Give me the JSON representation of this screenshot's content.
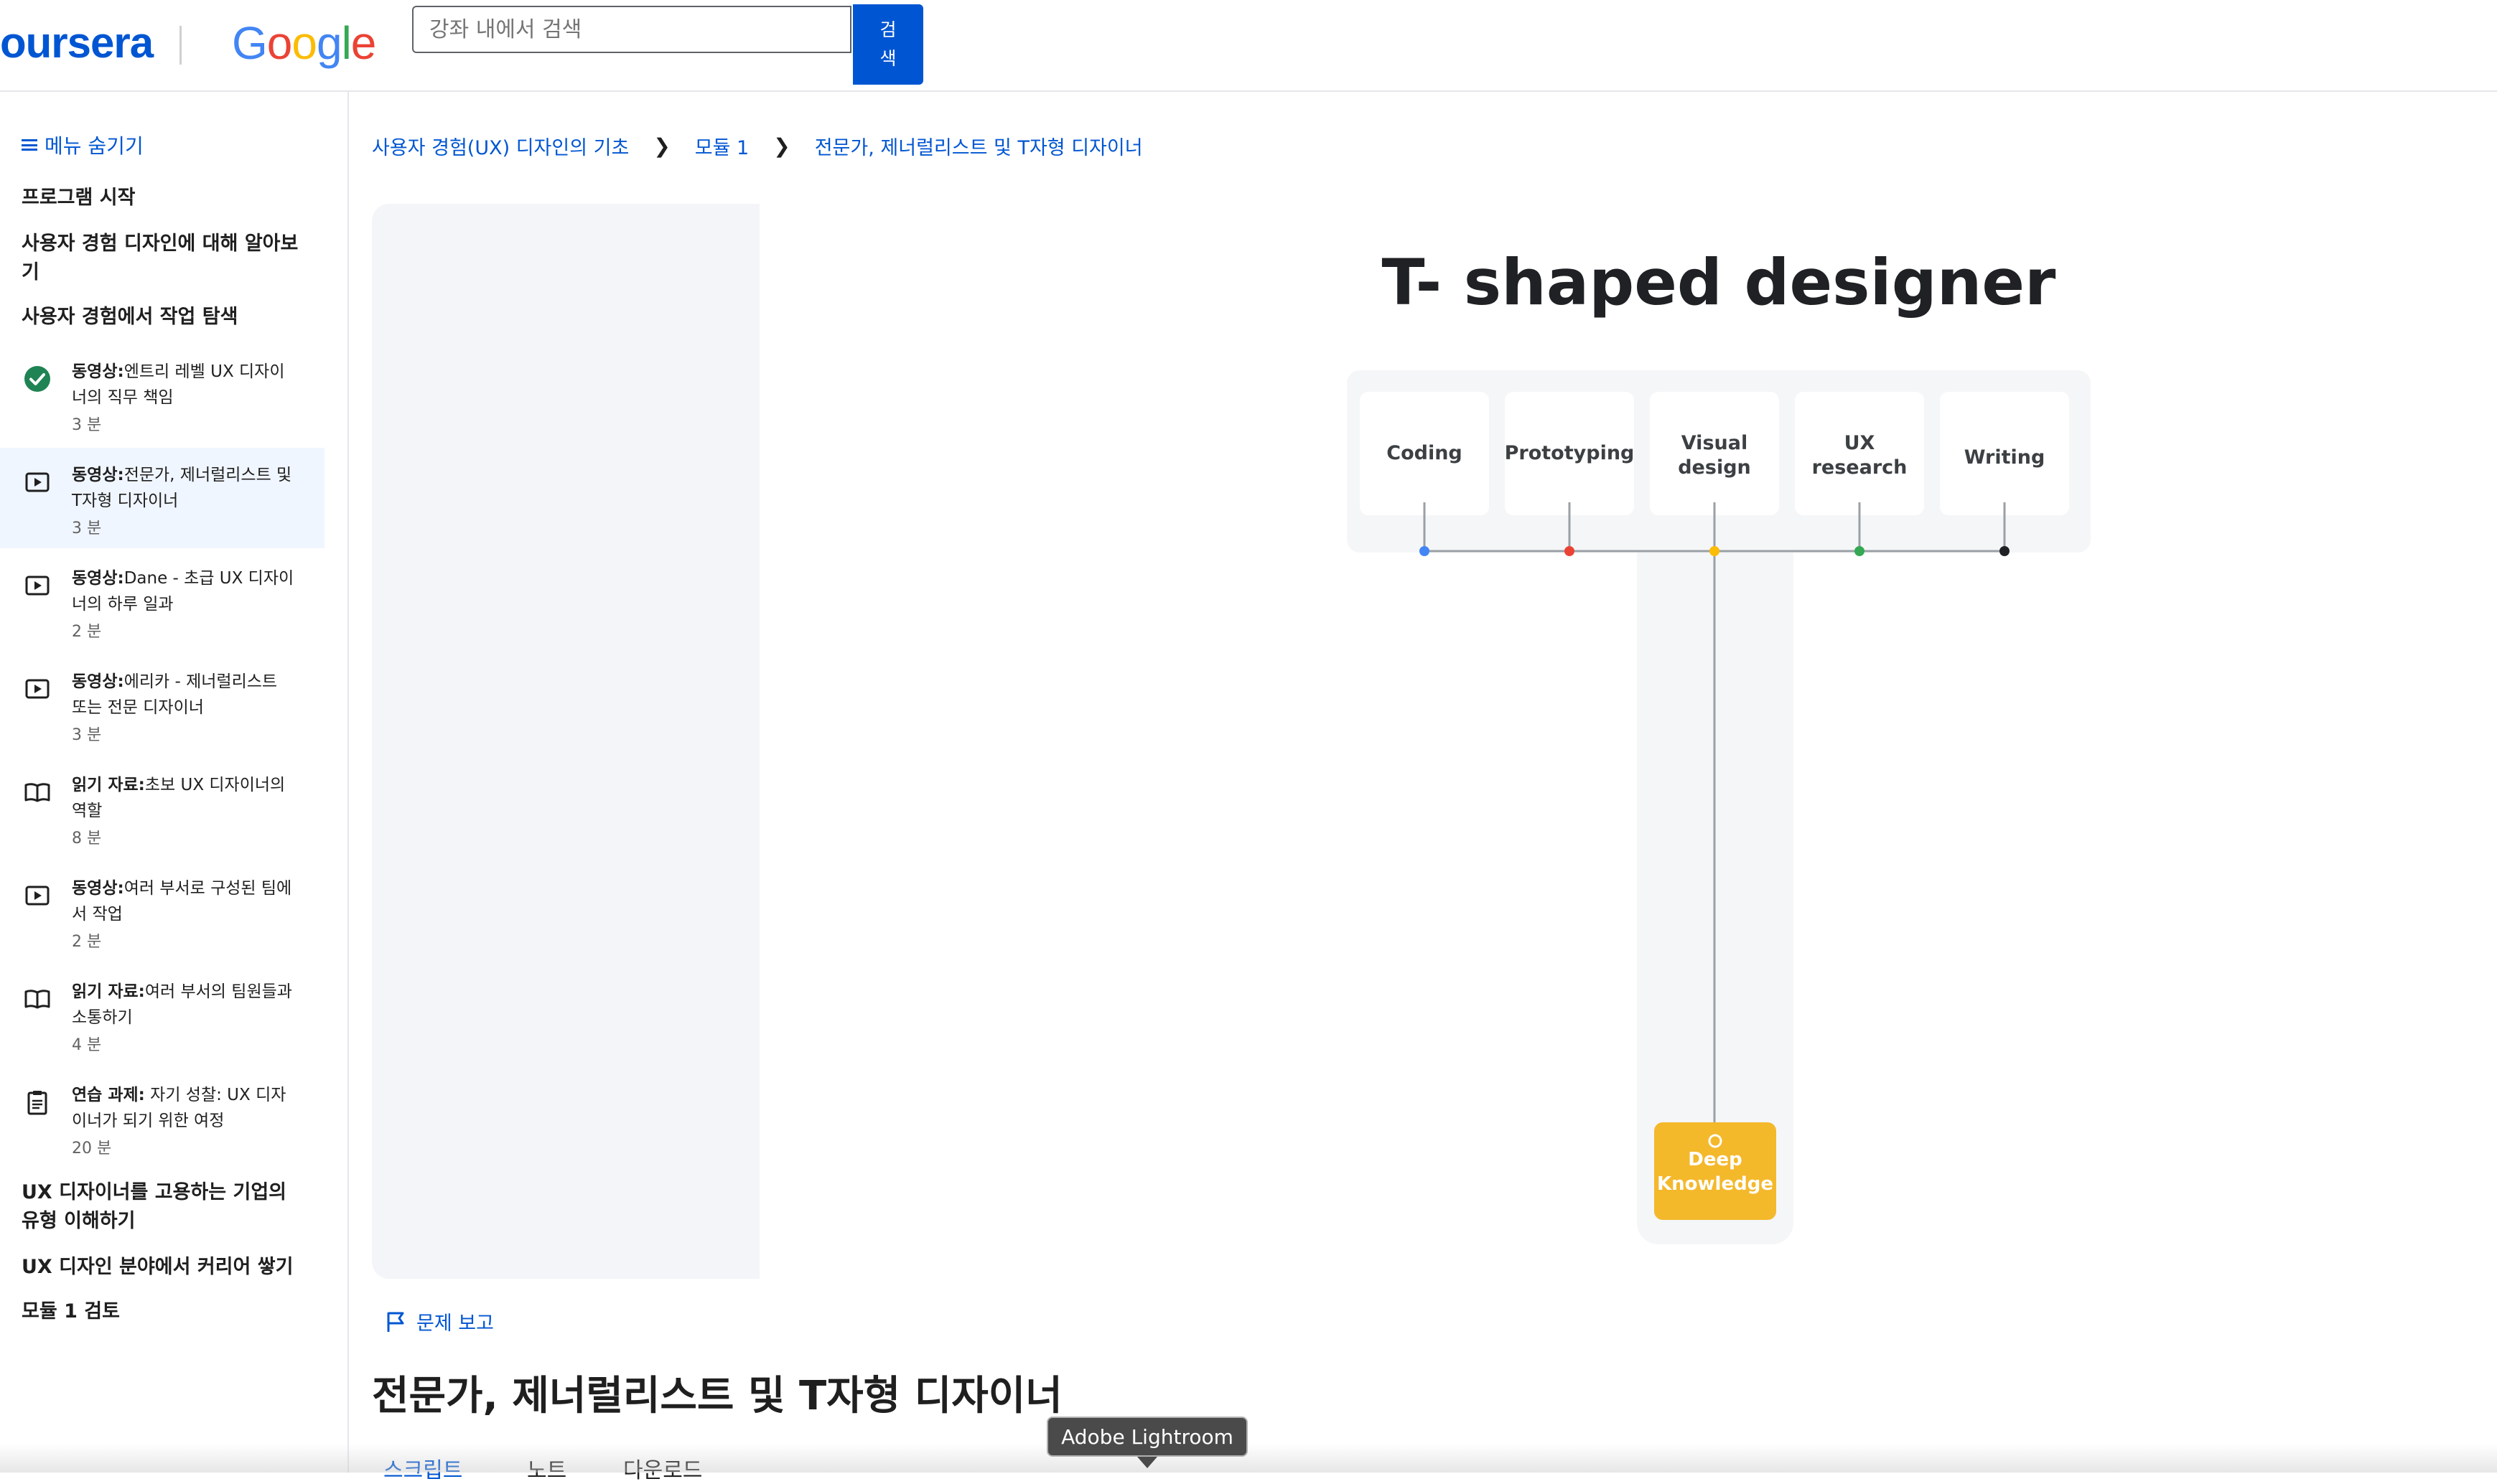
{
  "header": {
    "logo_text": "oursera",
    "google_logo": [
      "G",
      "o",
      "o",
      "g",
      "l",
      "e"
    ],
    "search": {
      "placeholder": "강좌 내에서 검색",
      "button_label": "검\n색"
    }
  },
  "sidebar": {
    "menu_toggle": "메뉴 숨기기",
    "sections": [
      "프로그램 시작",
      "사용자 경험 디자인에 대해 알아보기",
      "사용자 경험에서 작업 탐색"
    ],
    "items": [
      {
        "type": "동영상:",
        "title": "엔트리 레벨 UX 디자이너의 직무 책임",
        "duration": "3 분",
        "status": "completed"
      },
      {
        "type": "동영상:",
        "title": "전문가, 제너럴리스트 및 T자형 디자이너",
        "duration": "3 분",
        "status": "current"
      },
      {
        "type": "동영상:",
        "title": "Dane - 초급 UX 디자이너의 하루 일과",
        "duration": "2 분",
        "status": "video"
      },
      {
        "type": "동영상:",
        "title": "에리카 - 제너럴리스트 또는 전문 디자이너",
        "duration": "3 분",
        "status": "video"
      },
      {
        "type": "읽기 자료:",
        "title": "초보 UX 디자이너의 역할",
        "duration": "8 분",
        "status": "reading"
      },
      {
        "type": "동영상:",
        "title": "여러 부서로 구성된 팀에서 작업",
        "duration": "2 분",
        "status": "video"
      },
      {
        "type": "읽기 자료:",
        "title": "여러 부서의 팀원들과 소통하기",
        "duration": "4 분",
        "status": "reading"
      },
      {
        "type": "연습 과제:",
        "title": " 자기 성찰: UX 디자이너가 되기 위한 여정",
        "duration": "20 분",
        "status": "practice"
      }
    ],
    "sections_after": [
      "UX 디자이너를 고용하는 기업의 유형 이해하기",
      "UX 디자인 분야에서 커리어 쌓기",
      "모듈 1 검토"
    ]
  },
  "breadcrumb": [
    "사용자 경험(UX) 디자인의 기초",
    "모듈 1",
    "전문가, 제너럴리스트 및 T자형 디자이너"
  ],
  "slide": {
    "title": "T- shaped designer",
    "skills": [
      {
        "label": "Coding",
        "dot_color": "#4285f4"
      },
      {
        "label": "Prototyping",
        "dot_color": "#ea4335"
      },
      {
        "label": "Visual design",
        "dot_color": "#fbbc04"
      },
      {
        "label": "UX research",
        "dot_color": "#34a853"
      },
      {
        "label": "Writing",
        "dot_color": "#202124"
      }
    ],
    "deep_knowledge": "Deep Knowledge"
  },
  "report_label": "문제 보고",
  "lesson_title": "전문가, 제너럴리스트 및 T자형 디자이너",
  "tabs": [
    "스크립트",
    "노트",
    "다운로드"
  ],
  "tooltip": "Adobe Lightroom",
  "colors": {
    "accent": "#0056d2",
    "completed": "#1f8354",
    "deep": "#f4b82b"
  }
}
